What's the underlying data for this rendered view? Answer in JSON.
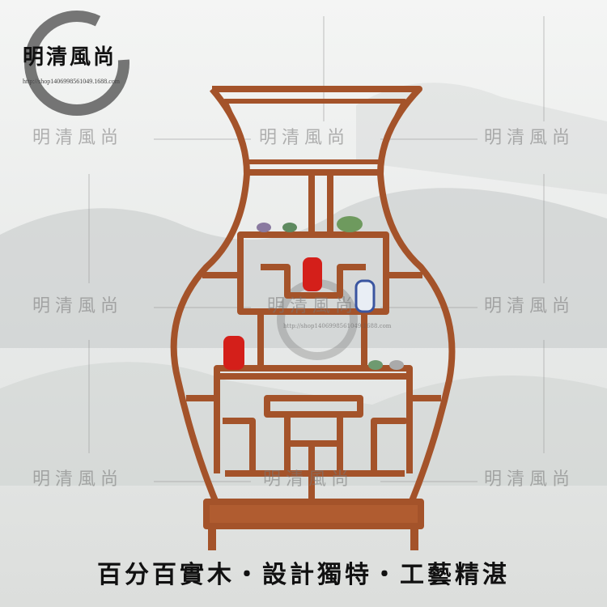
{
  "logo": {
    "text": "明清風尚",
    "url": "http://shop1406998561049.1688.com"
  },
  "watermark": "明清風尚",
  "slogan": "百分百實木・設計獨特・工藝精湛",
  "colors": {
    "wood": "#a4532a",
    "wood_dark": "#7a3a1c",
    "background": "#eef0ef"
  }
}
